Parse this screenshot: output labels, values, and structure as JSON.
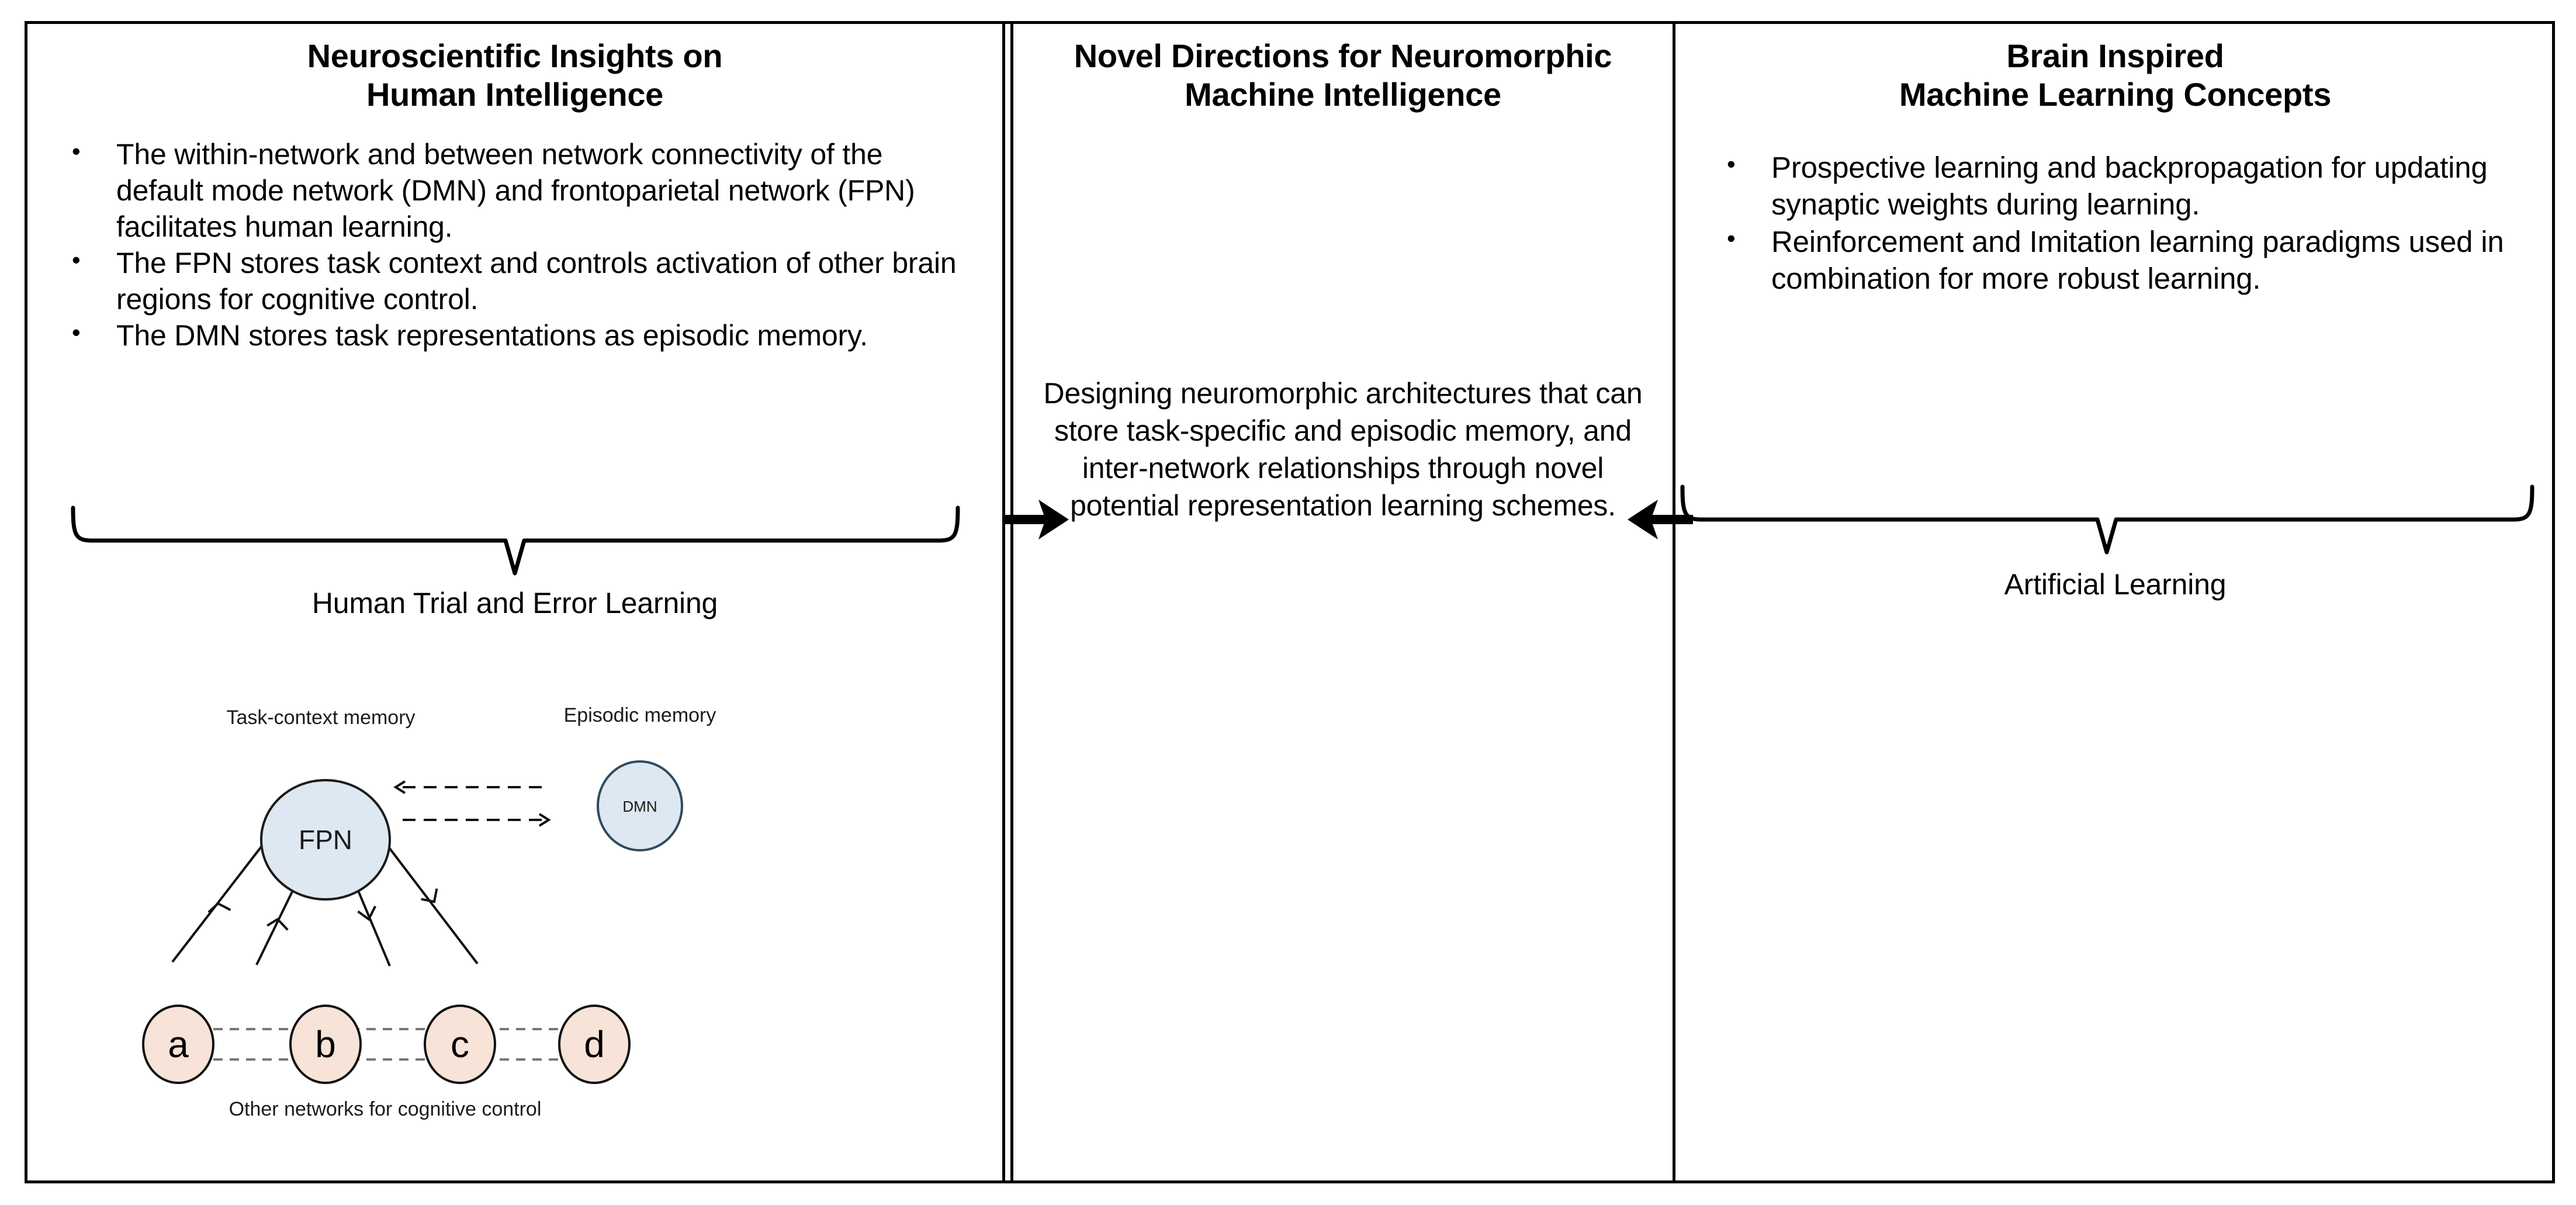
{
  "figure": {
    "columns": [
      {
        "id": "neuroscientific-insights",
        "title": "Neuroscientific Insights on\nHuman Intelligence",
        "bullets": [
          "The within-network and between network connectivity of the default mode network (DMN) and frontoparietal network (FPN) facilitates human learning.",
          "The FPN stores task context and controls activation of other brain regions for cognitive control.",
          "The DMN stores task representations as episodic memory."
        ],
        "brace_caption": "Human Trial and Error Learning"
      },
      {
        "id": "novel-directions",
        "title": "Novel Directions for Neuromorphic\nMachine Intelligence",
        "body": "Designing neuromorphic architectures that  can store task-specific and episodic memory, and inter-network relationships through novel potential representation learning schemes."
      },
      {
        "id": "brain-inspired-ml",
        "title": "Brain Inspired\nMachine Learning Concepts",
        "bullets": [
          "Prospective learning and backpropagation for updating synaptic weights during learning.",
          "Reinforcement and Imitation learning paradigms used in combination for more robust learning."
        ],
        "brace_caption": "Artificial Learning"
      }
    ],
    "bullet_glyph": "•"
  },
  "diagram": {
    "labels": {
      "task_context_memory": "Task-context memory",
      "episodic_memory": "Episodic memory",
      "other_networks": "Other networks for cognitive control"
    },
    "nodes": [
      {
        "id": "fpn",
        "label": "FPN",
        "group": "hub-blue"
      },
      {
        "id": "dmn",
        "label": "DMN",
        "group": "hub-blue"
      },
      {
        "id": "a",
        "label": "a",
        "group": "leaf-peach"
      },
      {
        "id": "b",
        "label": "b",
        "group": "leaf-peach"
      },
      {
        "id": "c",
        "label": "c",
        "group": "leaf-peach"
      },
      {
        "id": "d",
        "label": "d",
        "group": "leaf-peach"
      }
    ],
    "colors": {
      "hub_fill": "#dde8f2",
      "hub_stroke": "#2f4a5e",
      "leaf_fill": "#f7e3d8",
      "leaf_stroke": "#111111",
      "edge": "#111111",
      "dashed_edge": "#777777"
    }
  },
  "connectors": {
    "left_arrow": "arrow-right",
    "right_arrow": "arrow-left"
  }
}
